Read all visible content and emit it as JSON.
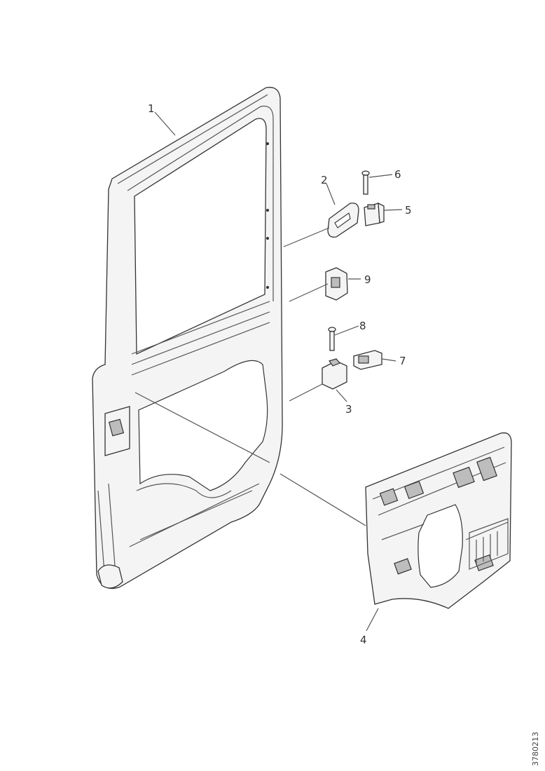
{
  "labels": {
    "p1": "1",
    "p2": "2",
    "p3": "3",
    "p4": "4",
    "p5": "5",
    "p6": "6",
    "p7": "7",
    "p8": "8",
    "p9": "9"
  },
  "document_id": "3780213"
}
